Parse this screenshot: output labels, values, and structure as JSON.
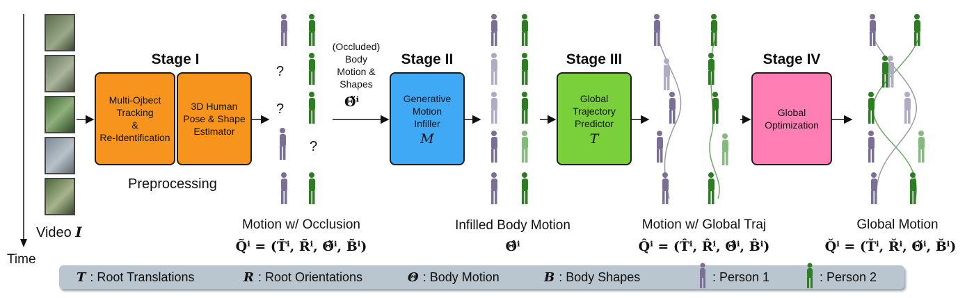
{
  "stages": {
    "stage1": "Stage I",
    "stage2": "Stage II",
    "stage3": "Stage III",
    "stage4": "Stage IV"
  },
  "boxes": {
    "tracking": "Multi-Ojbect\nTracking\n&\nRe-Identification",
    "pose": "3D Human\nPose & Shape\nEstimator",
    "infiller": "Generative\nMotion\nInfiller",
    "infiller_symbol": "M",
    "trajectory": "Global\nTrajectory\nPredictor",
    "trajectory_symbol": "T",
    "optimization": "Global\nOptimization"
  },
  "preprocessing_label": "Preprocessing",
  "video_label": "Video",
  "video_symbol": "I",
  "time_label": "Time",
  "occluded_note": "(Occluded)\nBody\nMotion &\nShapes",
  "occluded_symbol": "Θ̃ⁱ",
  "question_mark": "?",
  "captions": {
    "occlusion": "Motion w/ Occlusion",
    "infilled": "Infilled Body Motion",
    "global_traj": "Motion w/ Global Traj",
    "global_motion": "Global Motion"
  },
  "formulas": {
    "occlusion": "Q̃ⁱ = (T̃ⁱ, R̃ⁱ, Θ̃ⁱ, B̃ⁱ)",
    "infilled": "Θ̂ⁱ",
    "global_traj": "Q̂ⁱ = (T̂ⁱ, R̂ⁱ, Θ̂ⁱ, B̂ⁱ)",
    "global_motion": "Q̌ⁱ = (Ťⁱ, Řⁱ, Θ̌ⁱ, B̌ⁱ)"
  },
  "legend": [
    {
      "symbol": "T",
      "text": ": Root Translations"
    },
    {
      "symbol": "R",
      "text": ": Root Orientations"
    },
    {
      "symbol": "Θ",
      "text": ": Body Motion"
    },
    {
      "symbol": "B",
      "text": ": Body Shapes"
    }
  ],
  "legend_persons": {
    "person1": ": Person 1",
    "person2": ": Person 2"
  },
  "colors": {
    "orange": "#f7941d",
    "blue": "#3fa9f5",
    "green": "#7ad03a",
    "pink": "#ff7eb3",
    "person1": "#7a7096",
    "person2": "#2e7d24",
    "legend_bg": "#b9c6cf"
  },
  "icons": [
    "time-arrow-icon",
    "person-1-icon",
    "person-2-icon"
  ]
}
